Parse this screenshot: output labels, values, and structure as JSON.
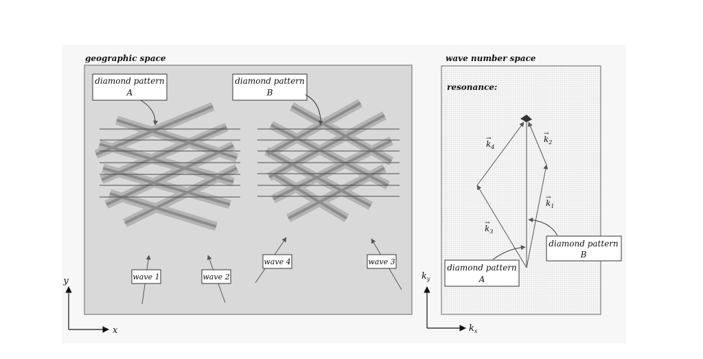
{
  "geographic_panel": {
    "title": "geographic space",
    "callout_a": {
      "line1": "diamond pattern",
      "line2": "A"
    },
    "callout_b": {
      "line1": "diamond pattern",
      "line2": "B"
    },
    "waves": [
      "wave 1",
      "wave 2",
      "wave 4",
      "wave 3"
    ],
    "axis_x": "x",
    "axis_y": "y"
  },
  "wavenumber_panel": {
    "title": "wave number space",
    "subtitle": "resonance:",
    "vectors": {
      "k1": "k",
      "k1_sub": "1",
      "k2": "k",
      "k2_sub": "2",
      "k3": "k",
      "k3_sub": "3",
      "k4": "k",
      "k4_sub": "4"
    },
    "callout_a": {
      "line1": "diamond pattern",
      "line2": "A"
    },
    "callout_b": {
      "line1": "diamond pattern",
      "line2": "B"
    },
    "axis_kx": "k",
    "axis_kx_sub": "x",
    "axis_ky": "k",
    "axis_ky_sub": "y"
  },
  "colors": {
    "panel_bg": "#d9d9d9",
    "band_outer": "#b4b4b4",
    "band_inner": "#8c8c8c",
    "line": "#4a4a4a"
  }
}
